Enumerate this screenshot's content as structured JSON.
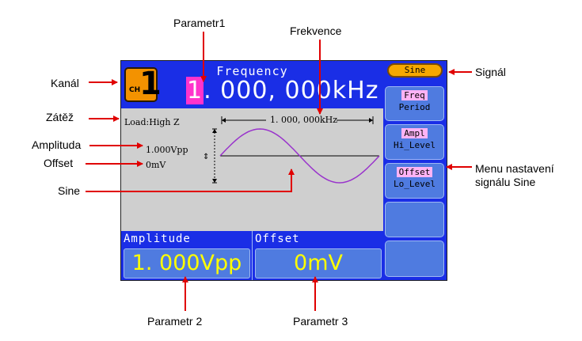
{
  "callouts": {
    "parametr1": "Parametr1",
    "frekvence": "Frekvence",
    "kanal": "Kanál",
    "zatez": "Zátěž",
    "amplituda": "Amplituda",
    "offset": "Offset",
    "sine": "Sine",
    "signal": "Signál",
    "menu_line1": "Menu nastavení",
    "menu_line2": "signálu Sine",
    "parametr2": "Parametr 2",
    "parametr3": "Parametr 3"
  },
  "screen": {
    "channel_label": "CH",
    "channel_number": "1",
    "param_title": "Frequency",
    "freq_cursor_digit": "1",
    "freq_rest": ". 000, 000kHz",
    "load": "Load:High Z",
    "plot_frequency": "1. 000, 000kHz",
    "plot_amplitude": "1.000Vpp",
    "plot_offset": "0mV",
    "amplitude_title": "Amplitude",
    "amplitude_value": "1. 000Vpp",
    "offset_title": "Offset",
    "offset_value": "0mV"
  },
  "menu": {
    "wave": "Sine",
    "items": [
      {
        "top": "Freq",
        "bottom": "Period"
      },
      {
        "top": "Ampl",
        "bottom": "Hi_Level"
      },
      {
        "top": "Offset",
        "bottom": "Lo_Level"
      }
    ]
  },
  "colors": {
    "screen_blue": "#1a2ee6",
    "button_blue": "#4f7be0",
    "channel_orange": "#f39200",
    "value_yellow": "#ffff00",
    "cursor_pink": "#ff33cc",
    "callout_red": "#e00000",
    "wave_purple": "#9933cc"
  }
}
